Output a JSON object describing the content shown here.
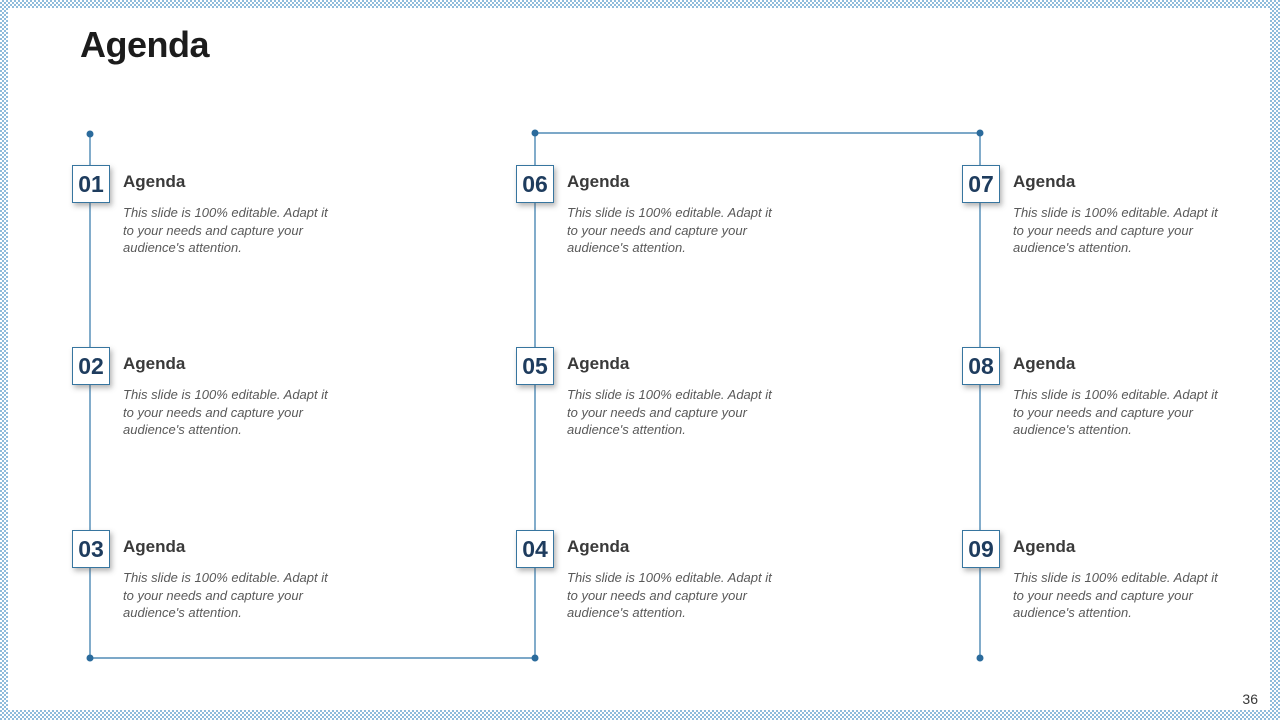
{
  "slide": {
    "title": "Agenda",
    "page_number": "36"
  },
  "colors": {
    "connector_blue": "#2e75a8",
    "dot_blue": "#2b6b9c",
    "number_navy": "#1e3c5e",
    "border_pattern_blue": "#8fbcdb",
    "heading_gray": "#3a3a3a",
    "body_gray": "#595959"
  },
  "items": [
    {
      "number": "01",
      "title": "Agenda",
      "description": "This slide is 100% editable. Adapt it to your needs and capture your audience's attention."
    },
    {
      "number": "02",
      "title": "Agenda",
      "description": "This slide is 100% editable. Adapt it to your needs and capture your audience's attention."
    },
    {
      "number": "03",
      "title": "Agenda",
      "description": "This slide is 100% editable. Adapt it to your needs and capture your audience's attention."
    },
    {
      "number": "06",
      "title": "Agenda",
      "description": "This slide is 100% editable. Adapt it to your needs and capture your audience's attention."
    },
    {
      "number": "05",
      "title": "Agenda",
      "description": "This slide is 100% editable. Adapt it to your needs and capture your audience's attention."
    },
    {
      "number": "04",
      "title": "Agenda",
      "description": "This slide is 100% editable. Adapt it to your needs and capture your audience's attention."
    },
    {
      "number": "07",
      "title": "Agenda",
      "description": "This slide is 100% editable. Adapt it to your needs and capture your audience's attention."
    },
    {
      "number": "08",
      "title": "Agenda",
      "description": "This slide is 100% editable. Adapt it to your needs and capture your audience's attention."
    },
    {
      "number": "09",
      "title": "Agenda",
      "description": "This slide is 100% editable. Adapt it to your needs and capture your audience's attention."
    }
  ]
}
